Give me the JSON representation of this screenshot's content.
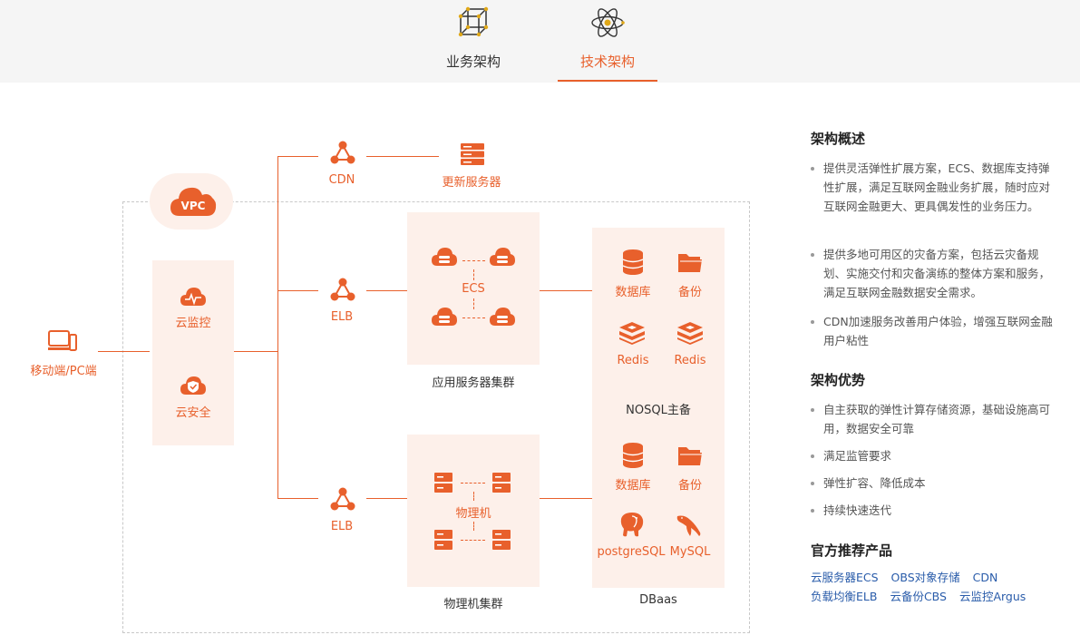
{
  "tabs": [
    {
      "label": "业务架构",
      "icon": "cube-icon",
      "active": false
    },
    {
      "label": "技术架构",
      "icon": "atom-icon",
      "active": true
    }
  ],
  "diagram": {
    "vpc": "VPC",
    "client": "移动端/PC端",
    "cloud_monitor": "云监控",
    "cloud_security": "云安全",
    "cdn": "CDN",
    "update_server": "更新服务器",
    "elb_top": "ELB",
    "elb_bottom": "ELB",
    "ecs": "ECS",
    "app_cluster": "应用服务器集群",
    "physical_machine": "物理机",
    "physical_cluster": "物理机集群",
    "nosql": {
      "database": "数据库",
      "backup": "备份",
      "redis1": "Redis",
      "redis2": "Redis",
      "caption": "NOSQL主备"
    },
    "dbaas": {
      "database": "数据库",
      "backup": "备份",
      "postgresql": "postgreSQL",
      "mysql": "MySQL",
      "caption": "DBaas"
    }
  },
  "sidebar": {
    "overview_title": "架构概述",
    "overview_items": [
      "提供灵活弹性扩展方案，ECS、数据库支持弹性扩展，满足互联网金融业务扩展，随时应对互联网金融更大、更具偶发性的业务压力。",
      "提供多地可用区的灾备方案，包括云灾备规划、实施交付和灾备演练的整体方案和服务，满足互联网金融数据安全需求。",
      "CDN加速服务改善用户体验，增强互联网金融用户粘性"
    ],
    "advantage_title": "架构优势",
    "advantage_items": [
      "自主获取的弹性计算存储资源，基础设施高可用，数据安全可靠",
      "满足监管要求",
      "弹性扩容、降低成本",
      "持续快速迭代"
    ],
    "products_title": "官方推荐产品",
    "products": [
      "云服务器ECS",
      "OBS对象存储",
      "CDN",
      "负载均衡ELB",
      "云备份CBS",
      "云监控Argus"
    ]
  },
  "colors": {
    "accent": "#e8602c",
    "panel": "#fdf0ea",
    "link": "#2a5caa"
  }
}
